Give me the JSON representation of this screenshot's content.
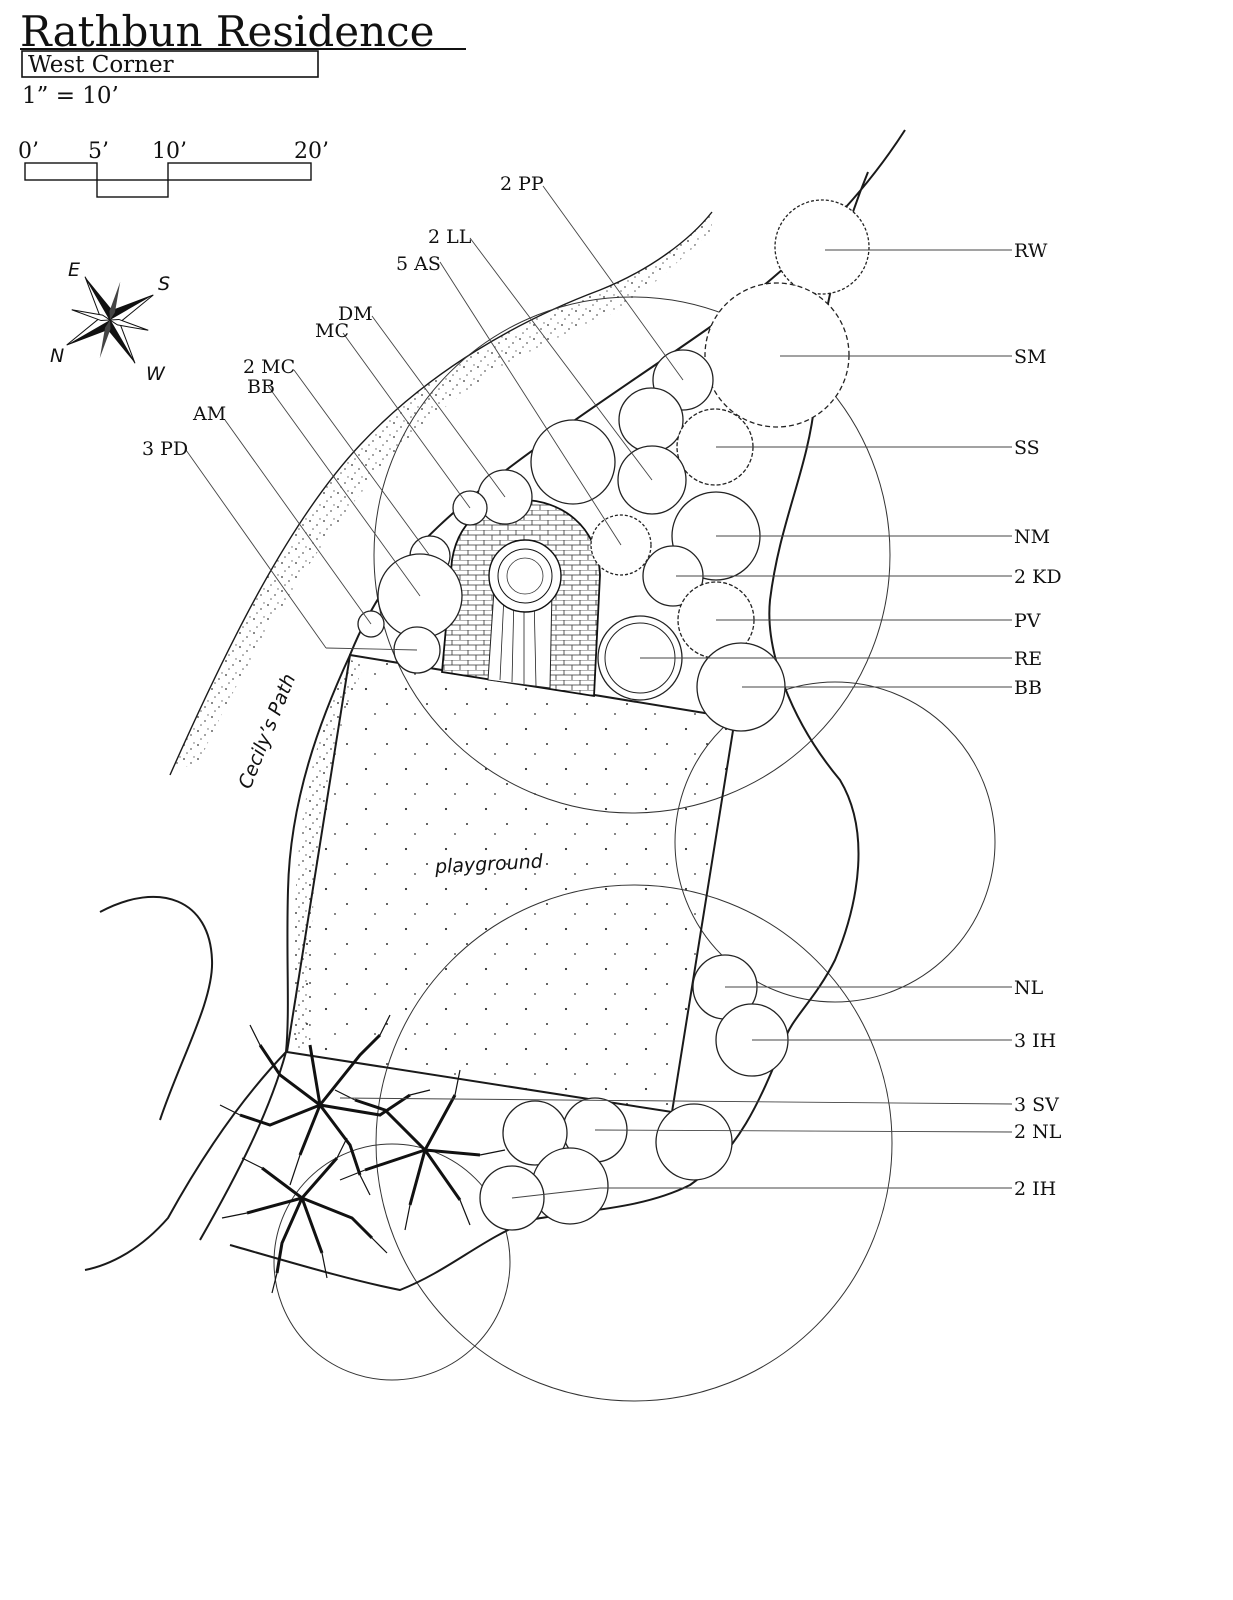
{
  "title": "Rathbun Residence",
  "subtitle": "West Corner",
  "scale": "1” = 10’",
  "scale_bar": [
    "0’",
    "5’",
    "10’",
    "20’"
  ],
  "compass": [
    "E",
    "S",
    "N",
    "W"
  ],
  "areas": {
    "path": "Cecily’s Path",
    "playground": "playground"
  },
  "left_labels": [
    "2 PP",
    "2 LL",
    "5 AS",
    "DM",
    "MC",
    "2 MC",
    "BB",
    "AM",
    "3 PD"
  ],
  "right_labels": [
    "RW",
    "SM",
    "SS",
    "NM",
    "2 KD",
    "PV",
    "RE",
    "BB",
    "NL",
    "3 IH",
    "3 SV",
    "2 NL",
    "2 IH"
  ]
}
